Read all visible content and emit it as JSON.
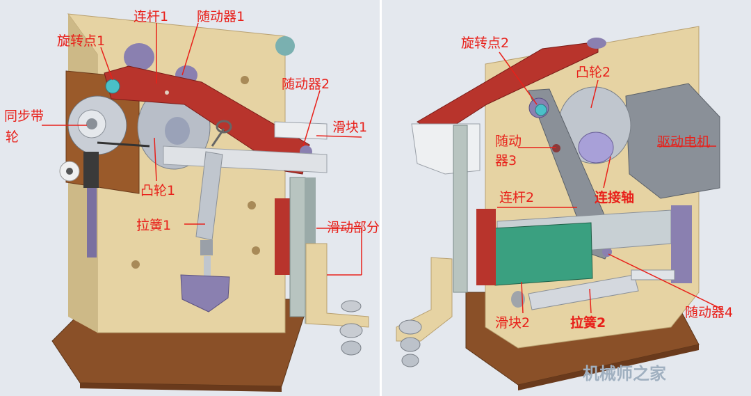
{
  "left_panel": {
    "labels": {
      "link1": "连杆1",
      "follower1": "随动器1",
      "pivot1": "旋转点1",
      "follower2": "随动器2",
      "timing_pulley_a": "同步带",
      "timing_pulley_b": "轮",
      "slider1": "滑块1",
      "cam1": "凸轮1",
      "spring1": "拉簧1",
      "sliding_part": "滑动部分"
    }
  },
  "right_panel": {
    "labels": {
      "pivot2": "旋转点2",
      "cam2": "凸轮2",
      "follower3_a": "随动",
      "follower3_b": "器3",
      "motor": "驱动电机",
      "link2": "连杆2",
      "shaft": "连接轴",
      "follower4": "随动器4",
      "slider2": "滑块2",
      "spring2": "拉簧2"
    }
  },
  "watermark": "机械师之家",
  "colors": {
    "label": "#e8201a",
    "background": "#e4e8ee",
    "plate": "#e6d3a3",
    "base": "#8a5028",
    "link": "#b8342c",
    "motor": "#8a9098"
  }
}
